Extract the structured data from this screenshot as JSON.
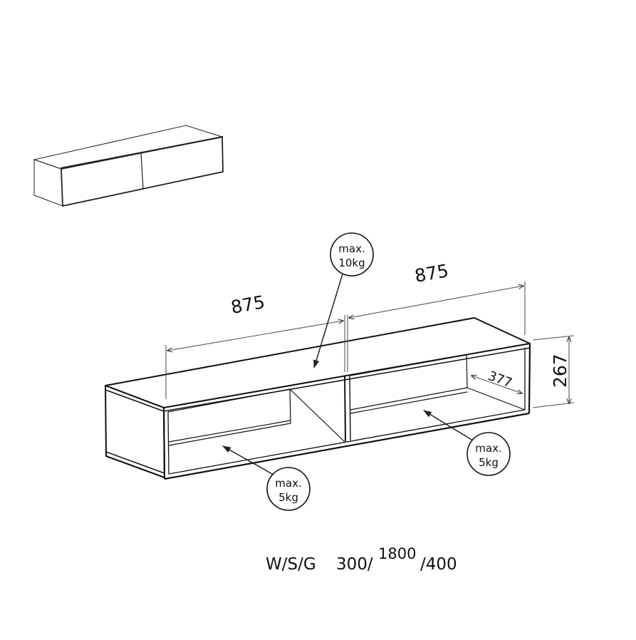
{
  "thumbnail": {
    "name": "closed-cabinet-preview"
  },
  "dimensions": {
    "width_left": "875",
    "width_right": "875",
    "height": "267",
    "inner_depth": "377"
  },
  "load_tags": {
    "top": {
      "line1": "max.",
      "line2": "10kg"
    },
    "left_shelf": {
      "line1": "max.",
      "line2": "5kg"
    },
    "right_shelf": {
      "line1": "max.",
      "line2": "5kg"
    }
  },
  "size_code": {
    "label": "W/S/G",
    "value_a": "300/",
    "value_b": "1800",
    "value_c": "/400"
  },
  "colors": {
    "line": "#111111",
    "dim_line": "#555555",
    "background": "#ffffff"
  }
}
